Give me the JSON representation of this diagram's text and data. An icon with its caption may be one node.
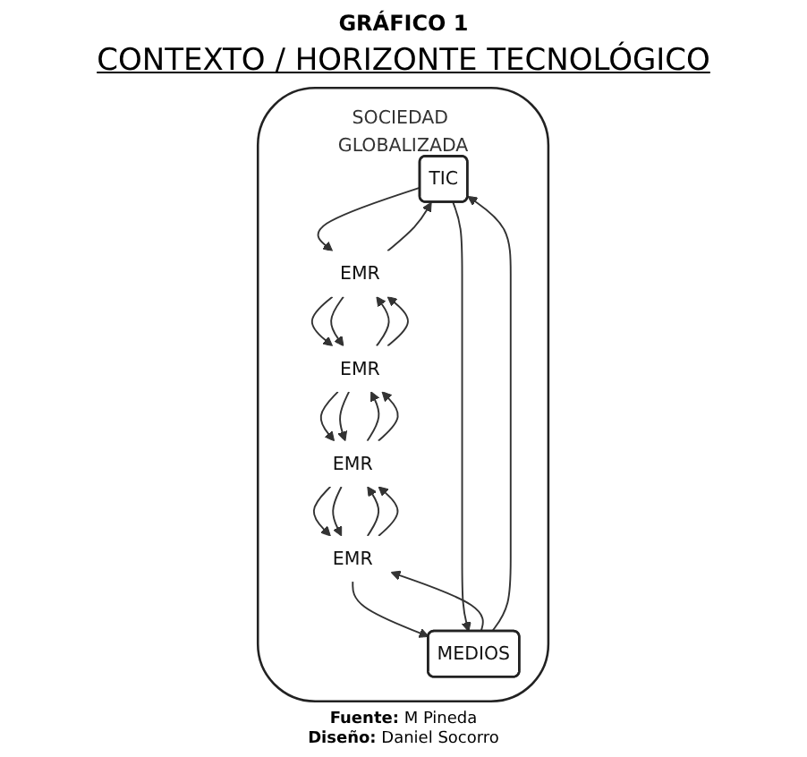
{
  "diagram": {
    "title": "CONTEXTO / HORIZONTE TECNOLÓGICO",
    "nodes": [
      {
        "text": [
          "SOCIEDAD GLOBALIZADA"
        ]
      },
      {
        "text": [
          "TIC"
        ],
        "in": 0
      },
      {
        "text": [
          "EMR"
        ],
        "in": 0
      },
      {
        "text": [
          "EMR"
        ],
        "in": 0
      },
      {
        "text": [
          "EMR"
        ],
        "in": 0
      },
      {
        "text": [
          "EMR"
        ],
        "in": 0
      },
      {
        "text": [
          "MEDIOS"
        ],
        "in": 0
      }
    ],
    "edges": [
      {
        "from": 2,
        "to": 1,
        "arrow": "to"
      },
      {
        "from": 1,
        "to": 2,
        "arrow": "to"
      },
      {
        "from": 3,
        "to": 2,
        "arrow": "to"
      },
      {
        "from": 2,
        "to": 3,
        "arrow": "to"
      },
      {
        "from": 4,
        "to": 3,
        "arrow": "to"
      },
      {
        "from": 3,
        "to": 4,
        "arrow": "to"
      },
      {
        "from": 5,
        "to": 4,
        "arrow": "to"
      },
      {
        "from": 4,
        "to": 5,
        "arrow": "to"
      },
      {
        "from": 6,
        "to": 5,
        "arrow": "to"
      },
      {
        "from": 5,
        "to": 6,
        "arrow": "to"
      },
      {
        "from": 3,
        "to": 2,
        "arrow": "to"
      },
      {
        "from": 2,
        "to": 3,
        "arrow": "to"
      },
      {
        "from": 4,
        "to": 3,
        "arrow": "to"
      },
      {
        "from": 3,
        "to": 4,
        "arrow": "to"
      },
      {
        "from": 5,
        "to": 4,
        "arrow": "to"
      },
      {
        "from": 4,
        "to": 5,
        "arrow": "to"
      },
      {
        "from": 6,
        "to": 1,
        "arrow": "to"
      },
      {
        "from": 1,
        "to": 6,
        "arrow": "to"
      }
    ],
    "labels": [
      "GRÁFICO 1",
      "**Fuente:** M Pineda",
      "**Diseño:** Daniel Socorro"
    ]
  }
}
